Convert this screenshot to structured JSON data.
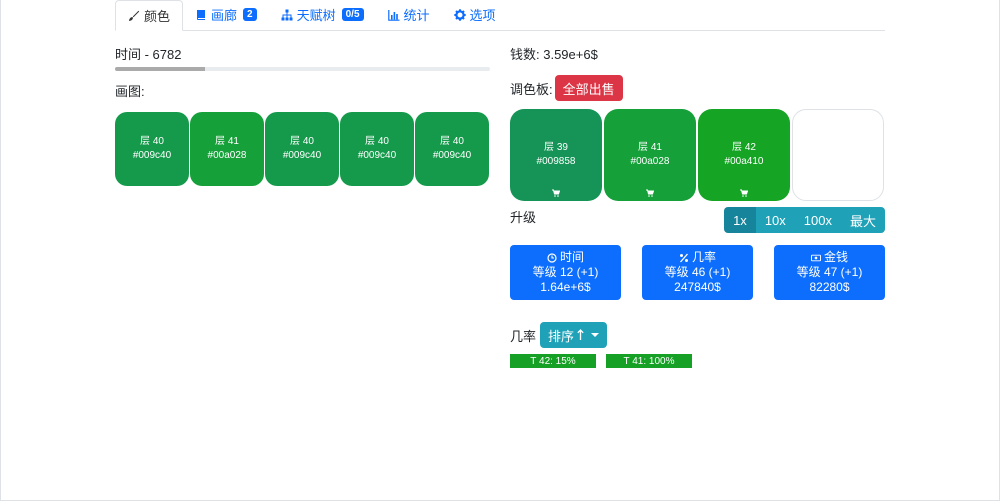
{
  "tabs": [
    {
      "label": "颜色",
      "icon": "brush-icon",
      "active": true
    },
    {
      "label": "画廊",
      "icon": "book-icon",
      "badge": "2"
    },
    {
      "label": "天赋树",
      "icon": "sitemap-icon",
      "badge": "0/5"
    },
    {
      "label": "统计",
      "icon": "bar-chart-icon"
    },
    {
      "label": "选项",
      "icon": "gear-icon"
    }
  ],
  "left": {
    "time_label": "时间 - 6782",
    "time_progress": 0.24,
    "painting_label": "画图:",
    "cells": [
      {
        "layer": "层 40",
        "hex": "#009c40",
        "color": "#159a4b"
      },
      {
        "layer": "层 41",
        "hex": "#00a028",
        "color": "#16a03a"
      },
      {
        "layer": "层 40",
        "hex": "#009c40",
        "color": "#159a4b"
      },
      {
        "layer": "层 40",
        "hex": "#009c40",
        "color": "#159a4b"
      },
      {
        "layer": "层 40",
        "hex": "#009c40",
        "color": "#159a4b"
      }
    ]
  },
  "right": {
    "money": "钱数: 3.59e+6$",
    "palette_label": "调色板:",
    "sell_all": "全部出售",
    "palette": [
      {
        "layer": "层 39",
        "hex": "#009858",
        "color": "#169457"
      },
      {
        "layer": "层 41",
        "hex": "#00a028",
        "color": "#16a03a"
      },
      {
        "layer": "层 42",
        "hex": "#00a410",
        "color": "#16a425"
      }
    ],
    "upgrade_label": "升级",
    "multipliers": [
      "1x",
      "10x",
      "100x",
      "最大"
    ],
    "upgrades": [
      {
        "name": "时间",
        "icon": "clock-icon",
        "level": "等级 12 (+1)",
        "cost": "1.64e+6$"
      },
      {
        "name": "几率",
        "icon": "percent-icon",
        "level": "等级 46 (+1)",
        "cost": "247840$"
      },
      {
        "name": "金钱",
        "icon": "money-icon",
        "level": "等级 47 (+1)",
        "cost": "82280$"
      }
    ],
    "odds_label": "几率",
    "sort_label": "排序",
    "odds": [
      "T 42: 15%",
      "T 41: 100%"
    ]
  },
  "colors": {
    "accent": "#0d6efd",
    "danger": "#dc3545",
    "info": "#1fa2b8"
  }
}
